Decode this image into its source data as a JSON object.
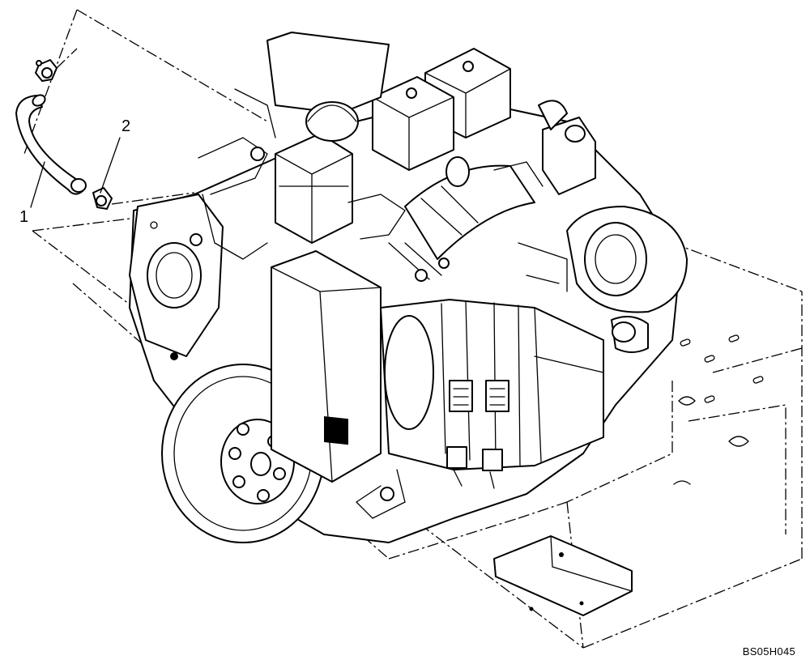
{
  "diagram": {
    "callouts": [
      {
        "id": "1",
        "label": "1",
        "part": "hose"
      },
      {
        "id": "2",
        "label": "2",
        "part": "clamp"
      }
    ],
    "reference_code": "BS05H045"
  },
  "colors": {
    "line": "#000000",
    "background": "#ffffff"
  },
  "icons": {
    "callout_1": "hose-icon",
    "callout_2": "clamp-icon"
  }
}
